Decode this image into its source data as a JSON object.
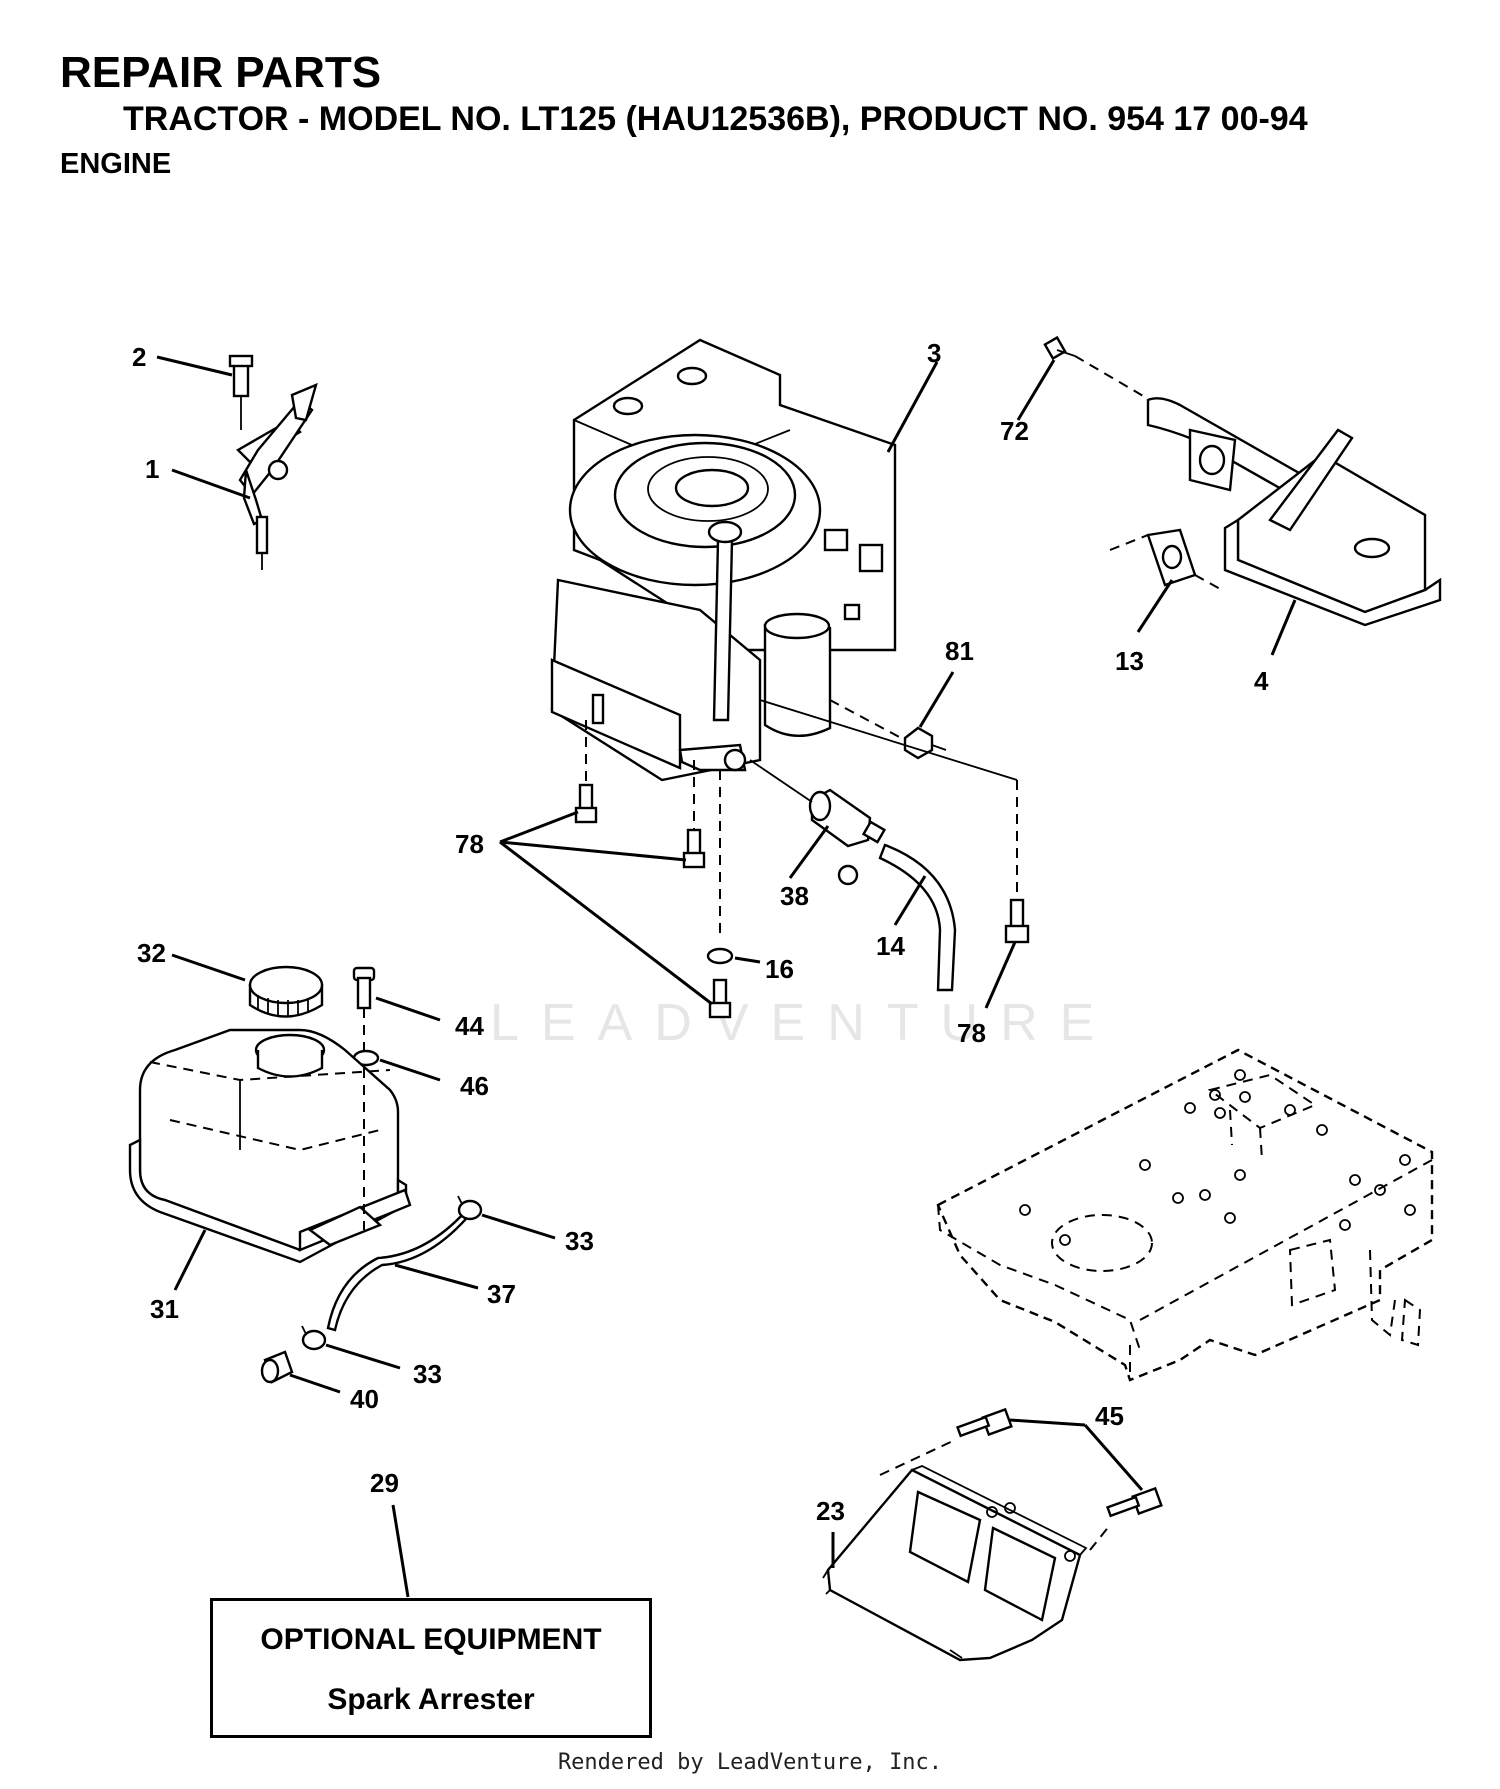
{
  "header": {
    "title": "REPAIR PARTS",
    "model_line": "TRACTOR - MODEL NO. LT125 (HAU12536B), PRODUCT NO. 954 17 00-94",
    "section": "ENGINE"
  },
  "watermark": "LEADVENTURE",
  "callouts": [
    "2",
    "1",
    "3",
    "72",
    "13",
    "4",
    "81",
    "78",
    "38",
    "14",
    "16",
    "78",
    "32",
    "44",
    "46",
    "33",
    "37",
    "31",
    "33",
    "40",
    "45",
    "23",
    "29"
  ],
  "optional_box": {
    "title": "OPTIONAL EQUIPMENT",
    "item": "Spark Arrester"
  },
  "footer": "Rendered by LeadVenture, Inc."
}
